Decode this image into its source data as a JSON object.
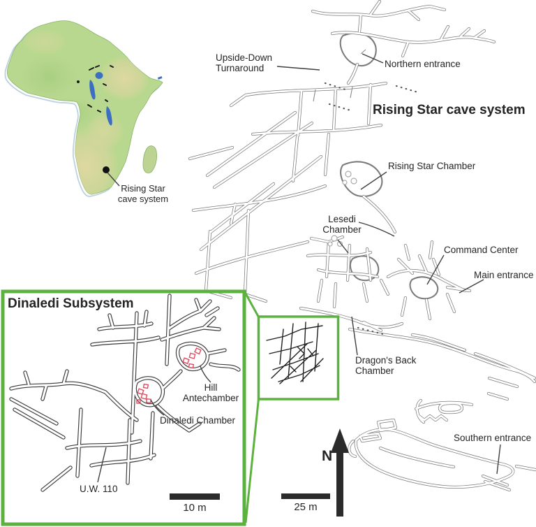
{
  "colors": {
    "accent_green": "#5cb23f",
    "excavation_red": "#e14b60",
    "map_line_gray": "#7a7a7a",
    "inset_line_dark": "#3a3a3a",
    "africa_land_green": "#b9d88f",
    "africa_arid_tan": "#e0d8a2",
    "africa_lake_blue": "#3c6fc3",
    "text_ink": "#242424"
  },
  "africa_inset": {
    "marker_label": [
      "Rising Star",
      "cave system"
    ]
  },
  "main_map": {
    "title": "Rising Star cave system",
    "labels": {
      "upside_down_turnaround": [
        "Upside-Down",
        "Turnaround"
      ],
      "northern_entrance": "Northern entrance",
      "rising_star_chamber": "Rising Star Chamber",
      "lesedi_chamber": [
        "Lesedi",
        "Chamber"
      ],
      "command_center": "Command Center",
      "main_entrance": "Main entrance",
      "dragons_back_chamber": [
        "Dragon's Back",
        "Chamber"
      ],
      "southern_entrance": "Southern entrance"
    },
    "north_label": "N",
    "scale_label": "25 m"
  },
  "dinaledi_inset": {
    "title": "Dinaledi Subsystem",
    "labels": {
      "hill_antechamber": [
        "Hill",
        "Antechamber"
      ],
      "dinaledi_chamber": "Dinaledi Chamber",
      "uw_110": "U.W. 110"
    },
    "scale_label": "10 m"
  }
}
